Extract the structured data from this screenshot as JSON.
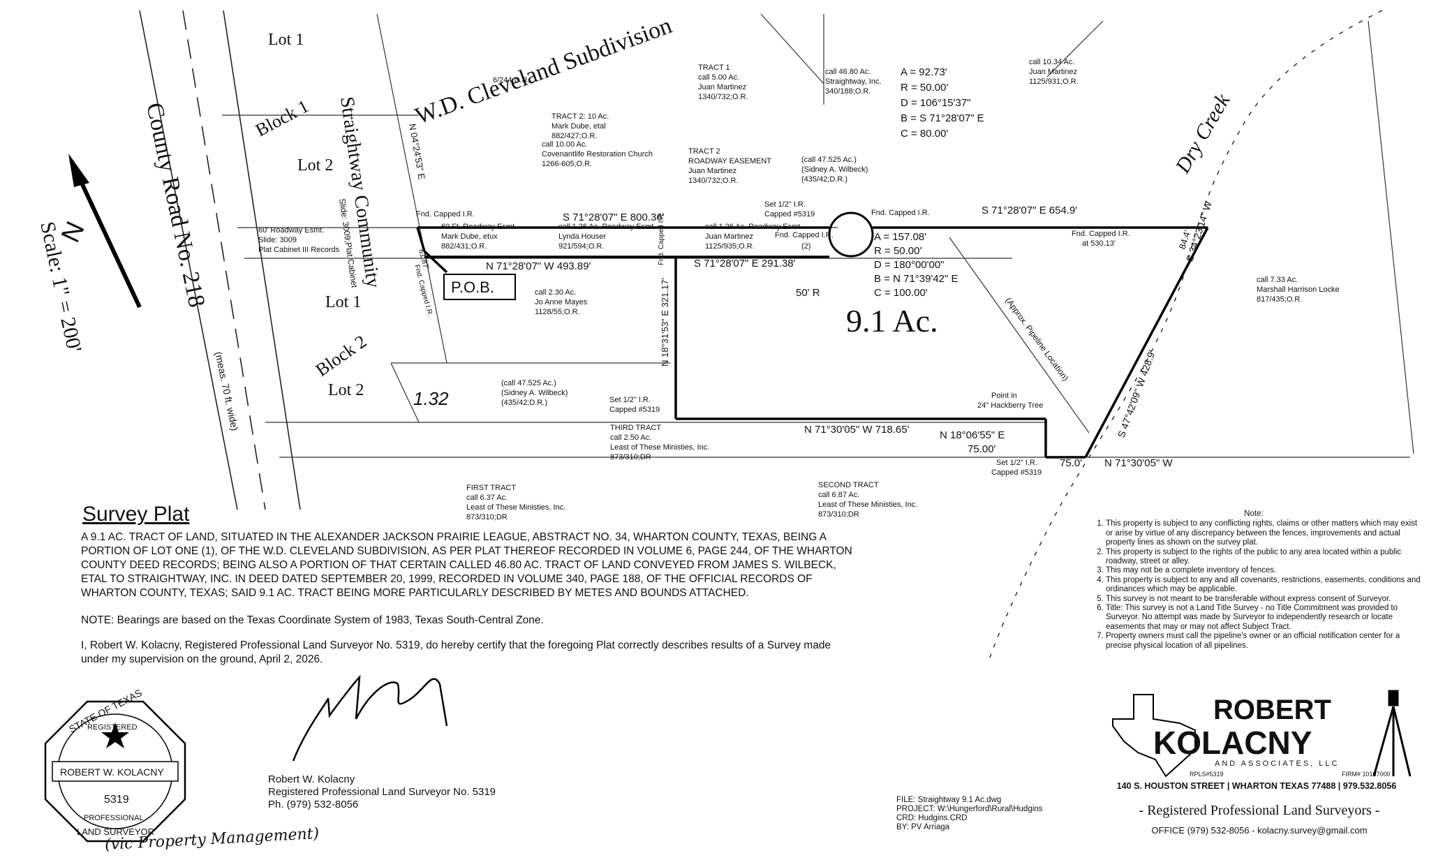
{
  "plat": {
    "subdivision_name": "W.D. Cleveland Subdivision",
    "road_name": "County Road No. 218",
    "road_width": "(meas. 70 ft. wide)",
    "community_name": "Straightway Community",
    "community_slide": "Slide: 3009;Plat Cabinet",
    "scale": "Scale: 1\" = 200'",
    "north_symbol": "N",
    "acreage": "9.1 Ac.",
    "pob": "P.O.B.",
    "creek": "Dry Creek",
    "lots": [
      "Lot 1",
      "Block 1",
      "Lot 2",
      "Lot 1",
      "Block 2",
      "Lot 2"
    ],
    "handwritten_number": "1.32",
    "boundary_labels": [
      "N 04°24'53\" E",
      "S 71°28'07\" E  800.36'",
      "S 71°28'07\" E  654.9'",
      "N 71°28'07\" W  493.89'",
      "S 71°28'07\" E  291.38'",
      "N 18°31'53\" E  321.17'",
      "N 71°30'05\" W  718.65'",
      "N 18°06'55\" E",
      "75.00'",
      "75.0'",
      "N 71°30'05\" W",
      "S 47°42'09\" W  428.9'",
      "S 34°23'14\" W",
      "84.4'",
      "61.87'",
      "50' R"
    ],
    "curve1": [
      "A = 92.73'",
      "R = 50.00'",
      "D = 106°15'37\"",
      "B = S 71°28'07\" E",
      "C = 80.00'"
    ],
    "curve2": [
      "A = 157.08'",
      "R = 50.00'",
      "D = 180°00'00\"",
      "B = N 71°39'42\" E",
      "C = 100.00'"
    ],
    "monuments": [
      "Fnd. Capped I.R.",
      "Fnd. Capped I.R.",
      "Set 1/2\" I.R.",
      "Capped #5319",
      "Fnd. Capped I.R.",
      "(2)",
      "Fnd. Capped I.R.",
      "at 530.13'",
      "Fnd. Capped I.R.",
      "Fnd. Capped I.R.",
      "Set 1/2\" I.R.",
      "Capped #5319",
      "Point in",
      "24\" Hackberry Tree",
      "Set 1/2\" I.R.",
      "Capped #5319"
    ],
    "tracts": [
      [
        "6/244;D.R."
      ],
      [
        "TRACT 2: 10 Ac.",
        "Mark Dube, etal",
        "882/427;O.R."
      ],
      [
        "call 10.00 Ac.",
        "Covenantlife Restoration Church",
        "1266-605;O.R."
      ],
      [
        "TRACT 1",
        "call 5.00 Ac.",
        "Juan Martinez",
        "1340/732;O.R."
      ],
      [
        "TRACT 2",
        "ROADWAY EASEMENT",
        "Juan Martinez",
        "1340/732;O.R."
      ],
      [
        "call 46.80 Ac.",
        "Straightway, Inc.",
        "340/188;O.R."
      ],
      [
        "(call 47.525 Ac.)",
        "(Sidney A. Wilbeck)",
        "(435/42;D.R.)"
      ],
      [
        "call 10.34 Ac.",
        "Juan Martinez",
        "1125/931;O.R."
      ],
      [
        "60' Roadway Esmt.",
        "Slide: 3009",
        "Plat Cabinet III Records"
      ],
      [
        "60 Ft. Roadway Esmt.",
        "Mark Dube, etux",
        "882/431;O.R."
      ],
      [
        "call 1.26 Ac. Roadway Esmt.",
        "Lynda Houser",
        "921/594;O.R."
      ],
      [
        "call 1.26 Ac. Roadway Esmt.",
        "Juan Martinez",
        "1125/935;O.R."
      ],
      [
        "call 2.30 Ac.",
        "Jo Anne Mayes",
        "1128/55;O.R."
      ],
      [
        "call 7.33 Ac.",
        "Marshall Harrison Locke",
        "817/435;O.R."
      ],
      [
        "(call 47.525 Ac.)",
        "(Sidney A. Wilbeck)",
        "(435/42;D.R.)"
      ],
      [
        "THIRD TRACT",
        "call 2.50 Ac.",
        "Least of These Ministies, Inc.",
        "873/310;DR"
      ],
      [
        "FIRST TRACT",
        "call 6.37 Ac.",
        "Least of These Ministies, Inc.",
        "873/310;DR"
      ],
      [
        "SECOND TRACT",
        "call 6.87 Ac.",
        "Least of These Ministies, Inc.",
        "873/310;DR"
      ]
    ],
    "pipeline": "(Approx. Pipeline Location)"
  },
  "survey": {
    "title": "Survey Plat",
    "description": "A 9.1 AC. TRACT OF LAND, SITUATED IN THE ALEXANDER JACKSON PRAIRIE LEAGUE, ABSTRACT NO. 34, WHARTON COUNTY, TEXAS, BEING A PORTION OF LOT ONE (1), OF THE W.D. CLEVELAND SUBDIVISION, AS PER PLAT THEREOF RECORDED IN VOLUME 6, PAGE 244, OF THE WHARTON COUNTY DEED RECORDS; BEING ALSO A PORTION OF THAT CERTAIN CALLED 46.80 AC. TRACT OF LAND CONVEYED FROM JAMES S. WILBECK, ETAL TO STRAIGHTWAY, INC. IN DEED DATED SEPTEMBER 20, 1999, RECORDED IN VOLUME 340, PAGE 188, OF THE OFFICIAL RECORDS OF WHARTON COUNTY, TEXAS; SAID 9.1 AC. TRACT BEING MORE PARTICULARLY DESCRIBED BY METES AND BOUNDS ATTACHED.",
    "bearing_note": "NOTE: Bearings are based on the Texas Coordinate System of 1983, Texas South-Central Zone.",
    "certification": "I, Robert W. Kolacny, Registered Professional Land Surveyor No. 5319, do hereby certify that the foregoing Plat correctly describes results of a Survey made under my supervision on the ground, April 2, 2026."
  },
  "seal": {
    "top": "STATE OF TEXAS",
    "registered": "REGISTERED",
    "name": "ROBERT W. KOLACNY",
    "number": "5319",
    "professional": "PROFESSIONAL",
    "bottom": "LAND SURVEYOR"
  },
  "signature": {
    "name": "Robert W. Kolacny",
    "title": "Registered Professional Land Surveyor No. 5319",
    "phone": "Ph. (979) 532-8056"
  },
  "handwritten_note": "(vic Property Management)",
  "file_info": {
    "file": "FILE:  Straightway 9.1 Ac.dwg",
    "project": "PROJECT: W:\\Hungerford\\Rural\\Hudgins",
    "crd": "CRD:  Hudgins.CRD",
    "by": "BY:  PV Arriaga"
  },
  "notes": {
    "heading": "Note:",
    "items": [
      "This property is subject to any conflicting rights, claims or other matters which may exist or arise by virtue of any discrepancy between the fences, improvements and actual property lines as shown on the survey plat.",
      "This property is subject to the rights of the public to any area located within a public roadway, street or alley.",
      "This may not be a complete inventory of fences.",
      "This property is subject to any and all covenants, restrictions, easements, conditions and ordinances which may be applicable.",
      "This survey is not meant to be transferable without express consent of Surveyor.",
      "Title: This survey is not a Land Title Survey - no Title Commitment was provided to Surveyor. No attempt was made by Surveyor to independently research or locate easements that may or may not affect Subject Tract.",
      "Property owners must call the pipeline's owner or an official notification center for a precise physical location of all pipelines."
    ]
  },
  "company": {
    "name1": "ROBERT",
    "name2": "KOLACNY",
    "sub": "AND ASSOCIATES, LLC",
    "rpls": "RPLS#5319",
    "firm": "FIRM# 10107000",
    "address": "140 S. HOUSTON STREET | WHARTON TEXAS 77488 | 979.532.8056",
    "tagline": "- Registered Professional Land Surveyors -",
    "contact": "OFFICE (979) 532-8056  -  kolacny.survey@gmail.com"
  }
}
